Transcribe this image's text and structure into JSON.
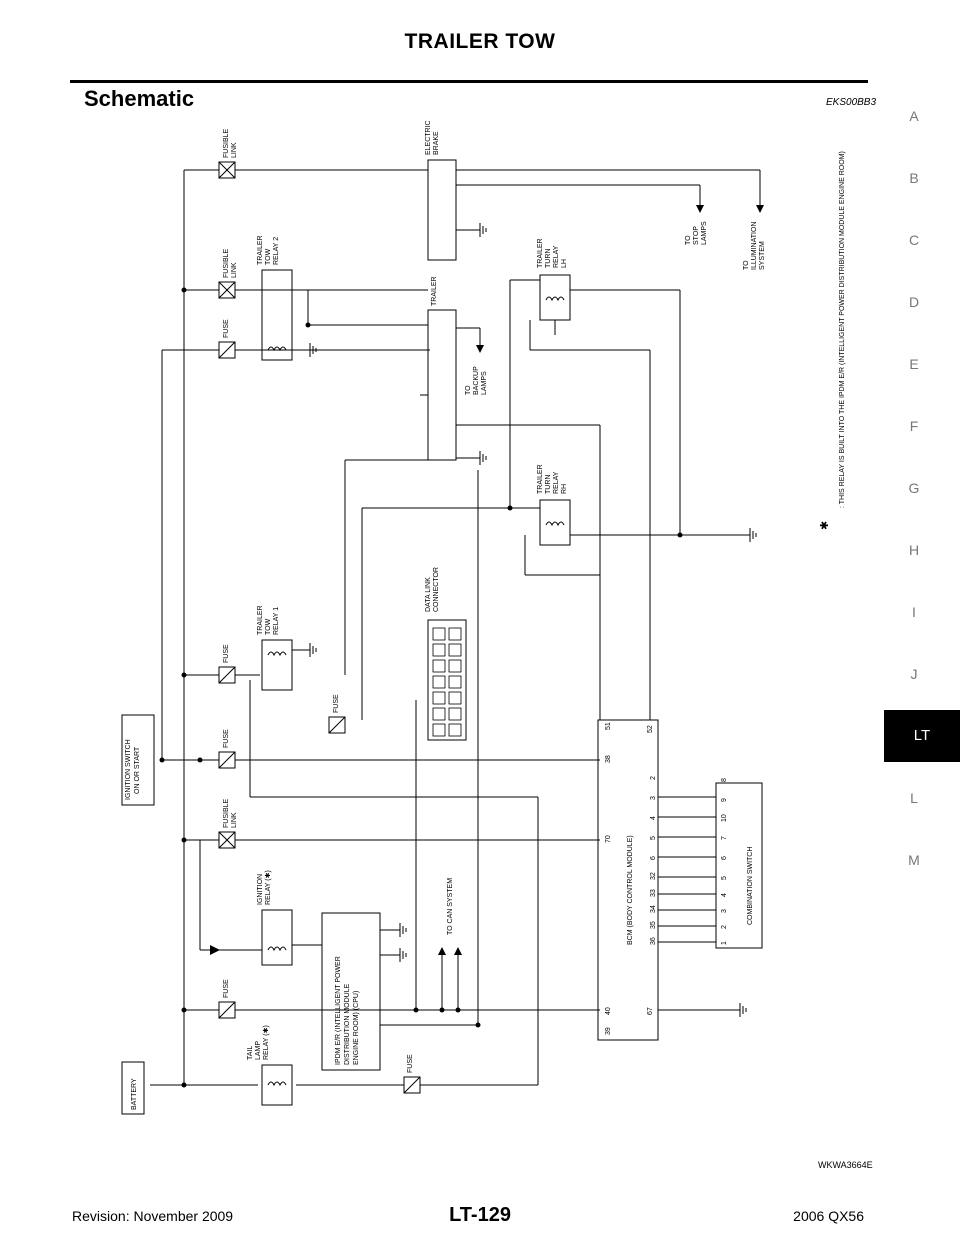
{
  "page": {
    "header": "TRAILER TOW",
    "section_title": "Schematic",
    "section_code": "EKS00BB3",
    "figure_id": "WKWA3664E",
    "footer_left": "Revision: November 2009",
    "footer_center": "LT-129",
    "footer_right": "2006 QX56"
  },
  "side_index": {
    "letters": [
      "A",
      "B",
      "C",
      "D",
      "E",
      "F",
      "G",
      "H",
      "I",
      "J",
      "L",
      "M"
    ],
    "active": "LT"
  },
  "labels": {
    "fusible_link": [
      "FUSIBLE",
      "LINK"
    ],
    "fuse": "FUSE",
    "electric_brake": [
      "ELECTRIC",
      "BRAKE"
    ],
    "trailer": "TRAILER",
    "trailer_tow_relay_2": [
      "TRAILER",
      "TOW",
      "RELAY 2"
    ],
    "trailer_tow_relay_1": [
      "TRAILER",
      "TOW",
      "RELAY 1"
    ],
    "trailer_turn_relay_lh": [
      "TRAILER",
      "TURN",
      "RELAY",
      "LH"
    ],
    "trailer_turn_relay_rh": [
      "TRAILER",
      "TURN",
      "RELAY",
      "RH"
    ],
    "to_stop_lamps": [
      "TO",
      "STOP",
      "LAMPS"
    ],
    "to_illumination": [
      "TO",
      "ILLUMINATION",
      "SYSTEM"
    ],
    "to_backup_lamps": [
      "TO",
      "BACKUP",
      "LAMPS"
    ],
    "data_link_connector": [
      "DATA LINK",
      "CONNECTOR"
    ],
    "ignition_switch": [
      "IGNITION SWITCH",
      "ON OR START"
    ],
    "ignition_relay": [
      "IGNITION",
      "RELAY (✱)"
    ],
    "tail_lamp_relay": [
      "TAIL",
      "LAMP",
      "RELAY (✱)"
    ],
    "battery": "BATTERY",
    "ipdm": [
      "IPDM E/R (INTELLIGENT POWER",
      "DISTRIBUTION MODULE",
      "ENGINE ROOM) (CPU)"
    ],
    "to_can_system": "TO CAN SYSTEM",
    "bcm": "BCM (BODY CONTROL MODULE)",
    "combination_switch": "COMBINATION SWITCH",
    "footnote_star": "✱",
    "footnote": ": THIS RELAY IS BUILT INTO THE IPDM E/R (INTELLIGENT POWER DISTRIBUTION MODULE ENGINE ROOM)"
  },
  "bcm_pins": {
    "top_row": [
      "39",
      "40",
      "70",
      "38",
      "51"
    ],
    "bottom_row": [
      "67",
      "52"
    ],
    "combo_side": [
      "36",
      "35",
      "34",
      "33",
      "32",
      "6",
      "5",
      "4",
      "3",
      "2"
    ]
  },
  "combo_pins": [
    "1",
    "2",
    "3",
    "4",
    "5",
    "6",
    "7",
    "10",
    "9",
    "8"
  ]
}
